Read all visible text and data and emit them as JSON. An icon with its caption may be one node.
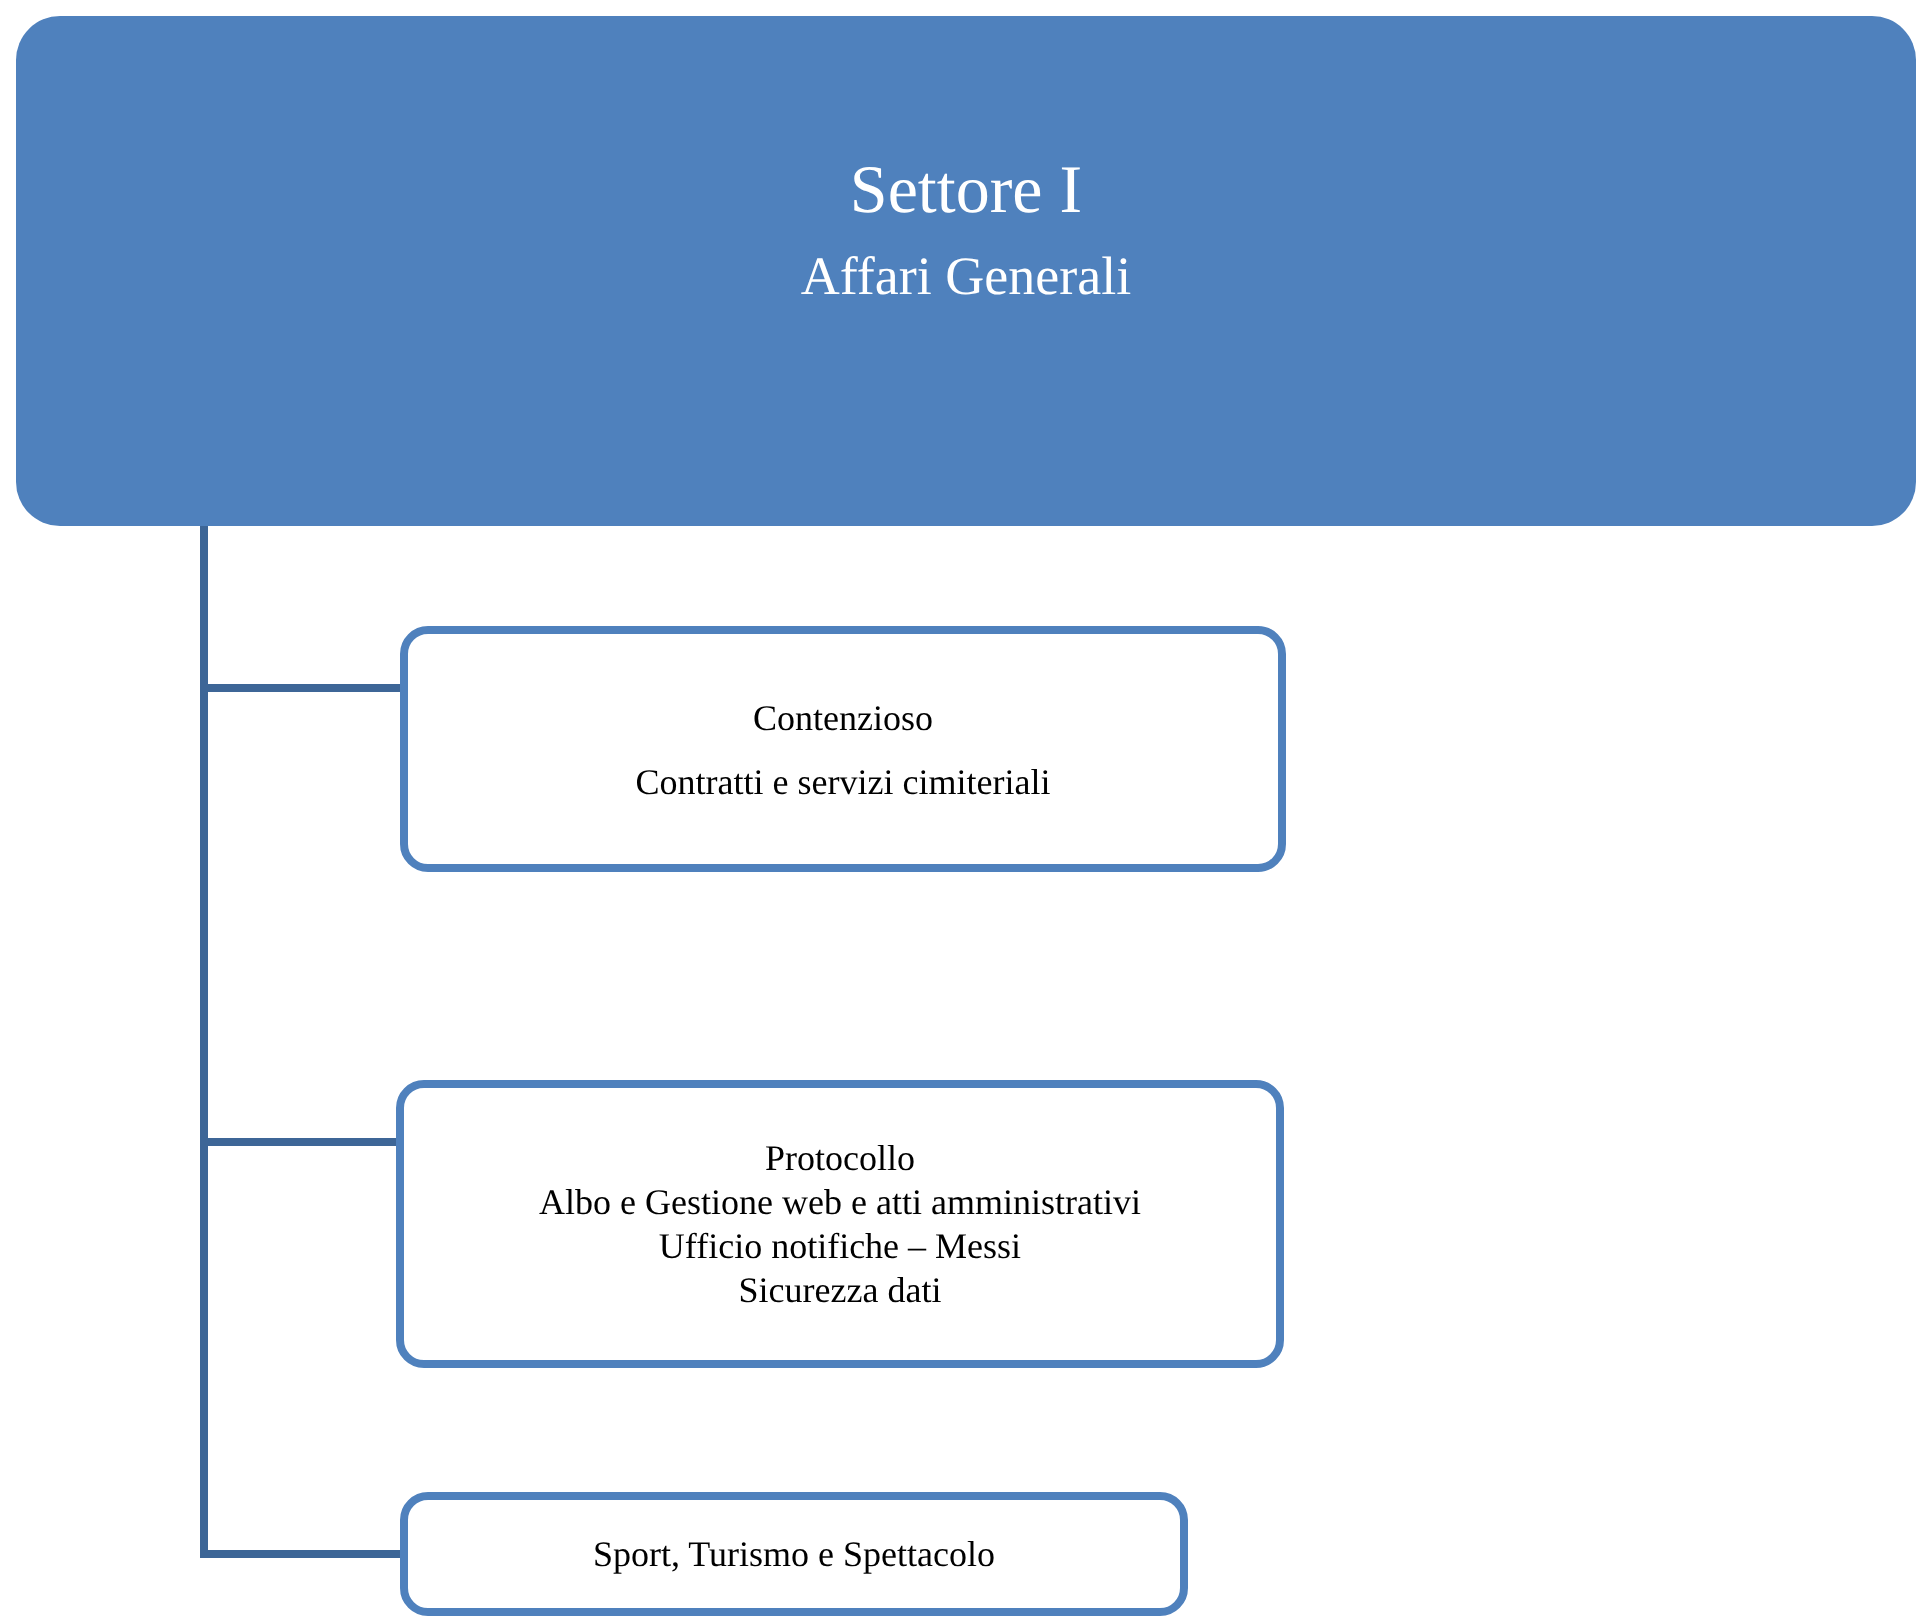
{
  "diagram": {
    "nodes": [
      {
        "text": [
          "Settore I",
          "Affari Generali"
        ]
      },
      {
        "text": [
          "Contenzioso",
          "Contratti e servizi cimiteriali"
        ]
      },
      {
        "text": [
          "Protocollo",
          "Albo e Gestione web e atti amministrativi",
          "Ufficio notifiche – Messi",
          "Sicurezza dati"
        ]
      },
      {
        "text": [
          "Sport, Turismo e Spettacolo"
        ]
      }
    ],
    "edges": [
      {
        "from": 0,
        "to": 1,
        "arrow": "none"
      },
      {
        "from": 0,
        "to": 2,
        "arrow": "none"
      },
      {
        "from": 0,
        "to": 3,
        "arrow": "none"
      }
    ]
  }
}
